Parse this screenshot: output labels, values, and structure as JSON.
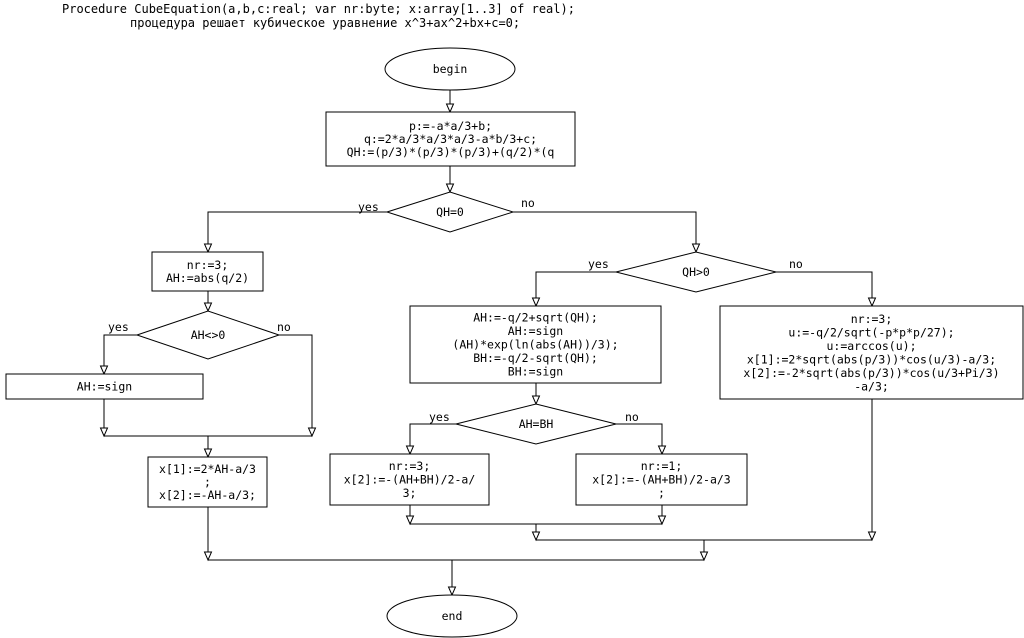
{
  "header": {
    "line1": "Procedure CubeEquation(a,b,c:real; var nr:byte; x:array[1..3] of real);",
    "line2": "процедура решает кубическое уравнение x^3+ax^2+bx+c=0;"
  },
  "nodes": {
    "begin": [
      "begin"
    ],
    "init": [
      "p:=-a*a/3+b;",
      "q:=2*a/3*a/3*a/3-a*b/3+c;",
      "QH:=(p/3)*(p/3)*(p/3)+(q/2)*(q"
    ],
    "d_qh0": [
      "QH=0"
    ],
    "nr3_ah": [
      "nr:=3;",
      "AH:=abs(q/2)"
    ],
    "d_ah_ne0": [
      "AH<>0"
    ],
    "ah_sign": [
      "AH:=sign"
    ],
    "x_eq": [
      "x[1]:=2*AH-a/3",
      ";",
      "x[2]:=-AH-a/3;"
    ],
    "d_qh_gt0": [
      "QH>0"
    ],
    "ah_bh": [
      "AH:=-q/2+sqrt(QH);",
      "AH:=sign",
      "(AH)*exp(ln(abs(AH))/3);",
      "BH:=-q/2-sqrt(QH);",
      "BH:=sign"
    ],
    "d_ah_bh": [
      "AH=BH"
    ],
    "nr3_b": [
      "nr:=3;",
      "x[2]:=-(AH+BH)/2-a/",
      "3;"
    ],
    "nr1": [
      "nr:=1;",
      "x[2]:=-(AH+BH)/2-a/3",
      ";"
    ],
    "trig": [
      "nr:=3;",
      "u:=-q/2/sqrt(-p*p*p/27);",
      "u:=arccos(u);",
      "x[1]:=2*sqrt(abs(p/3))*cos(u/3)-a/3;",
      "x[2]:=-2*sqrt(abs(p/3))*cos(u/3+Pi/3)",
      "-a/3;"
    ],
    "end": [
      "end"
    ]
  },
  "edge_labels": {
    "qh0_yes": "yes",
    "qh0_no": "no",
    "ahne0_yes": "yes",
    "ahne0_no": "no",
    "qhgt0_yes": "yes",
    "qhgt0_no": "no",
    "ahbh_yes": "yes",
    "ahbh_no": "no"
  }
}
